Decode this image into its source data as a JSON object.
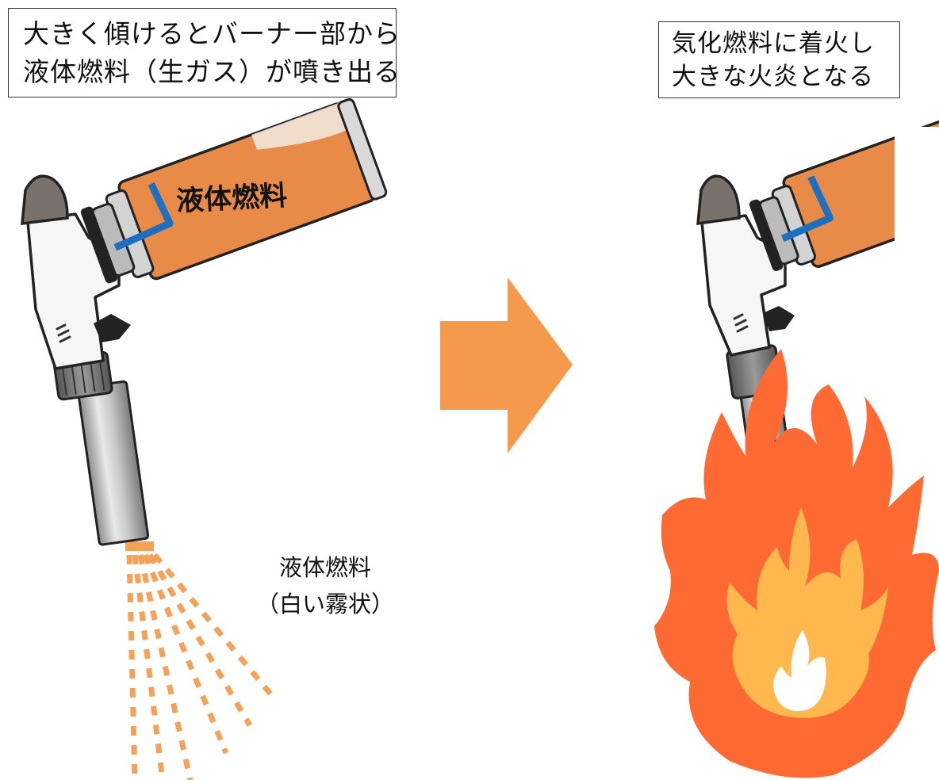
{
  "left_panel": {
    "caption_lines": [
      "大きく傾けるとバーナー部から",
      "液体燃料（生ガス）が噴き出る"
    ],
    "can_label": "液体燃料",
    "spray_label_lines": [
      "液体燃料",
      "（白い霧状）"
    ]
  },
  "right_panel": {
    "caption_lines": [
      "気化燃料に着火し",
      "大きな火炎となる"
    ]
  },
  "colors": {
    "can_orange": "#e98b48",
    "spray_orange": "#f4a259",
    "arrow_orange": "#f59a4c",
    "flame_outer": "#ff6a33",
    "flame_inner": "#ffb84d",
    "flame_core": "#ffffff",
    "dip_tube_blue": "#1e6fbf"
  }
}
